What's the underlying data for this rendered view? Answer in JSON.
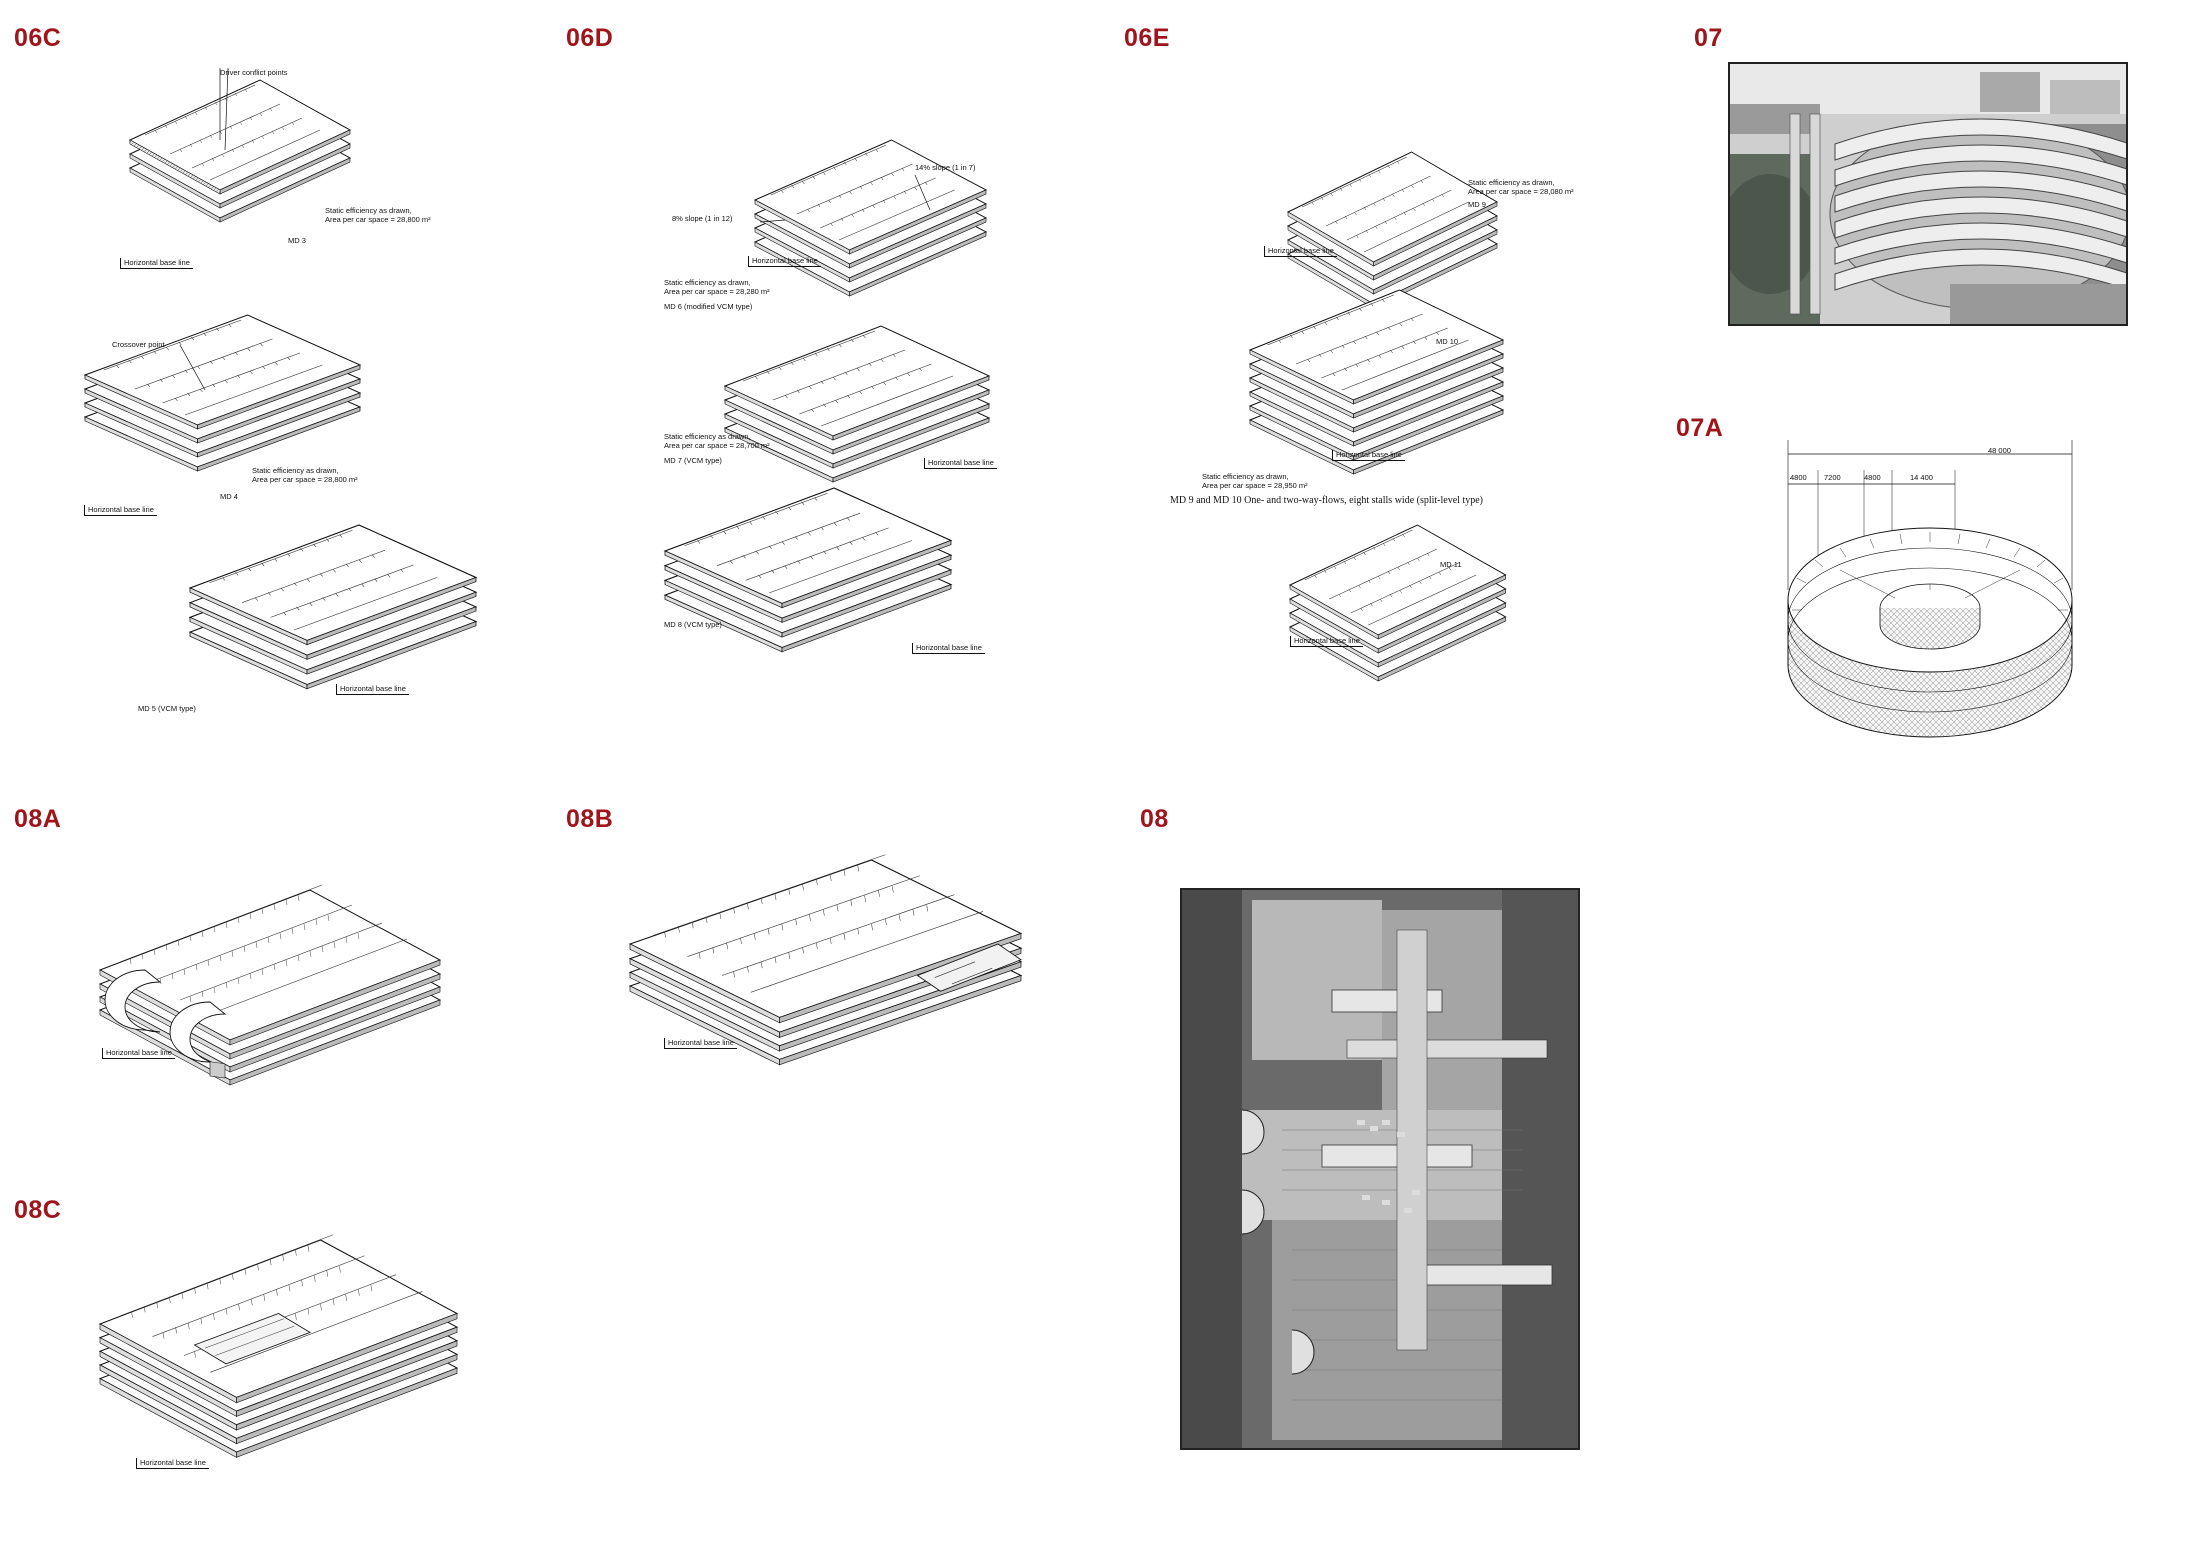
{
  "panels": [
    {
      "id": "06C",
      "label": "06C"
    },
    {
      "id": "06D",
      "label": "06D"
    },
    {
      "id": "06E",
      "label": "06E"
    },
    {
      "id": "07",
      "label": "07"
    },
    {
      "id": "07A",
      "label": "07A"
    },
    {
      "id": "08A",
      "label": "08A"
    },
    {
      "id": "08B",
      "label": "08B"
    },
    {
      "id": "08",
      "label": "08"
    },
    {
      "id": "08C",
      "label": "08C"
    }
  ],
  "p06c": {
    "driver_conflict": "Driver conflict points",
    "md3_eff": "Static efficiency as drawn,",
    "md3_area": "Area per car space = 28,800 m²",
    "md3": "MD 3",
    "crossover": "Crossover point",
    "md4_eff": "Static efficiency as drawn,",
    "md4_area": "Area per car space = 28,800 m²",
    "md4": "MD 4",
    "md5": "MD 5  (VCM type)",
    "baseline": "Horizontal base line"
  },
  "p06d": {
    "slope14": "14% slope (1 in 7)",
    "slope8": "8% slope (1 in 12)",
    "md6_eff": "Static efficiency as drawn,",
    "md6_area": "Area per car space = 28,280 m²",
    "md6": "MD 6 (modified VCM type)",
    "md7_eff": "Static efficiency as drawn,",
    "md7_area": "Area per car space = 28,700 m²",
    "md7": "MD 7 (VCM type)",
    "md8": "MD 8 (VCM type)",
    "baseline": "Horizontal base line"
  },
  "p06e": {
    "md9_eff": "Static efficiency as drawn,",
    "md9_area": "Area per car space = 28,080 m²",
    "md9": "MD 9",
    "md10": "MD 10",
    "md10_eff": "Static efficiency as drawn,",
    "md10_area": "Area per car space = 28,950 m²",
    "caption": "MD 9 and MD 10  One- and two-way-flows, eight stalls wide (split-level type)",
    "md11": "MD 11",
    "baseline": "Horizontal base line"
  },
  "p07a": {
    "total": "48 000",
    "d1": "4800",
    "d2": "7200",
    "d3": "4800",
    "d4": "14 400"
  },
  "p08": {
    "baseline": "Horizontal base line"
  }
}
